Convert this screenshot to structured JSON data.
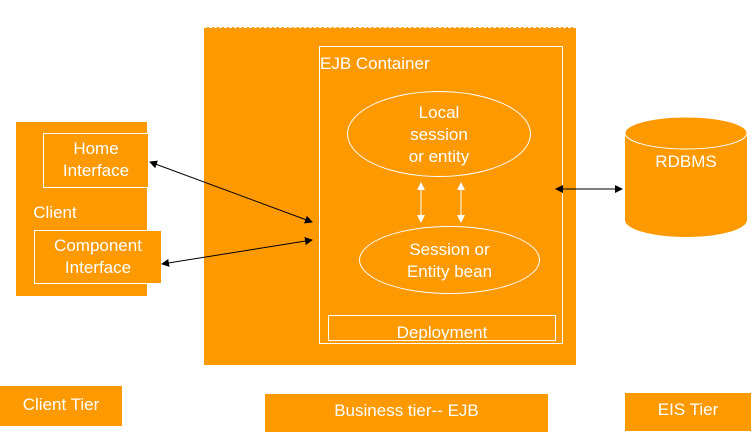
{
  "client": {
    "title": "Client",
    "home_interface": "Home\nInterface",
    "component_interface": "Component\nInterface"
  },
  "ejb_container": {
    "title": "EJB Container",
    "local_bean": "Local\nsession\nor entity",
    "session_bean": "Session or\nEntity bean",
    "deployment": "Deployment"
  },
  "rdbms": {
    "label": "RDBMS"
  },
  "tiers": {
    "client": "Client Tier",
    "business": "Business tier-- EJB",
    "eis": "EIS Tier"
  },
  "colors": {
    "fill": "#ff9900",
    "stroke": "#ffffff",
    "arrow": "#000000"
  }
}
